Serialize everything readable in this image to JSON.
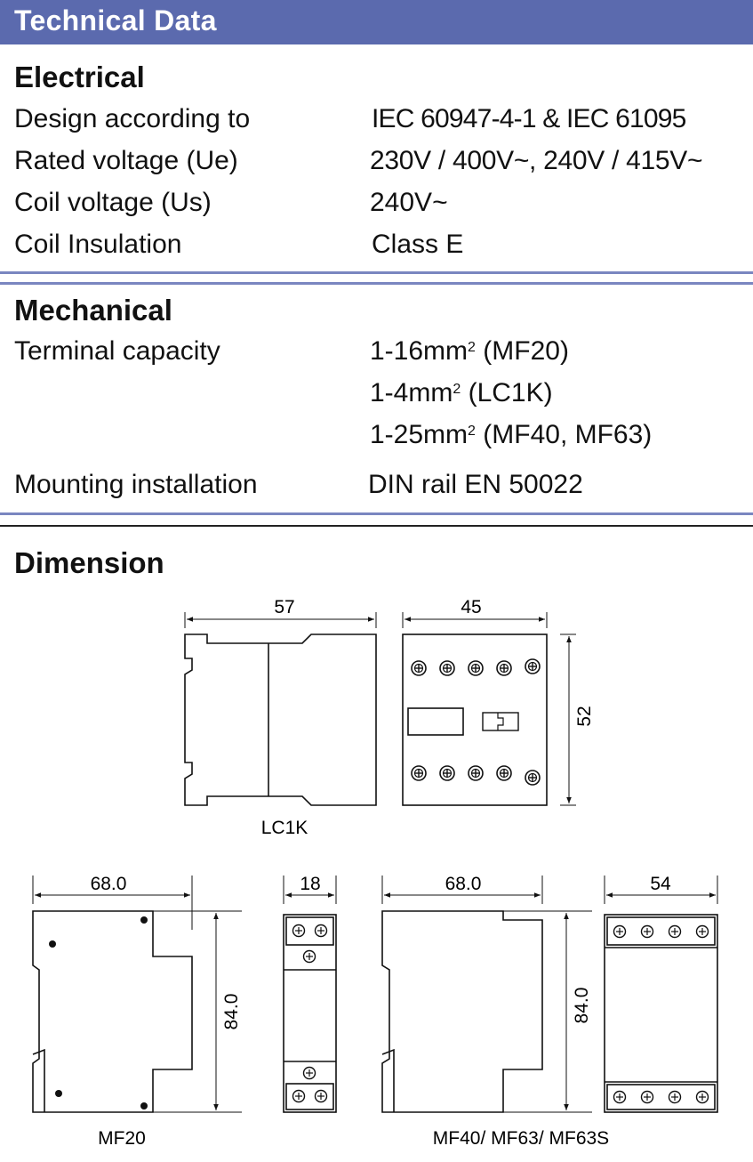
{
  "header": {
    "title": "Technical Data"
  },
  "electrical": {
    "title": "Electrical",
    "rows": [
      {
        "label": "Design according to",
        "value": "IEC 60947-4-1 & IEC 61095"
      },
      {
        "label": "Rated voltage (Ue)",
        "value": "230V / 400V~, 240V / 415V~"
      },
      {
        "label": "Coil voltage (Us)",
        "value": "240V~"
      },
      {
        "label": "Coil Insulation",
        "value": "Class E"
      }
    ]
  },
  "mechanical": {
    "title": "Mechanical",
    "terminal_label": "Terminal capacity",
    "terminal_values": [
      {
        "pre": "1-16mm",
        "sup": "2",
        "post": " (MF20)"
      },
      {
        "pre": "1-4mm",
        "sup": "2",
        "post": " (LC1K)"
      },
      {
        "pre": "1-25mm",
        "sup": "2",
        "post": " (MF40, MF63)"
      }
    ],
    "mounting_label": "Mounting installation",
    "mounting_value": "DIN rail EN 50022"
  },
  "dimension": {
    "title": "Dimension",
    "lc1k": {
      "width": "57",
      "front_width": "45",
      "height": "52",
      "caption": "LC1K"
    },
    "mf20": {
      "width": "68.0",
      "front_width": "18",
      "height": "84.0",
      "caption": "MF20"
    },
    "mf40": {
      "width": "68.0",
      "front_width": "54",
      "height": "84.0",
      "caption": "MF40/ MF63/ MF63S"
    }
  },
  "colors": {
    "banner": "#5b6aae",
    "rule": "#7a86c0"
  }
}
